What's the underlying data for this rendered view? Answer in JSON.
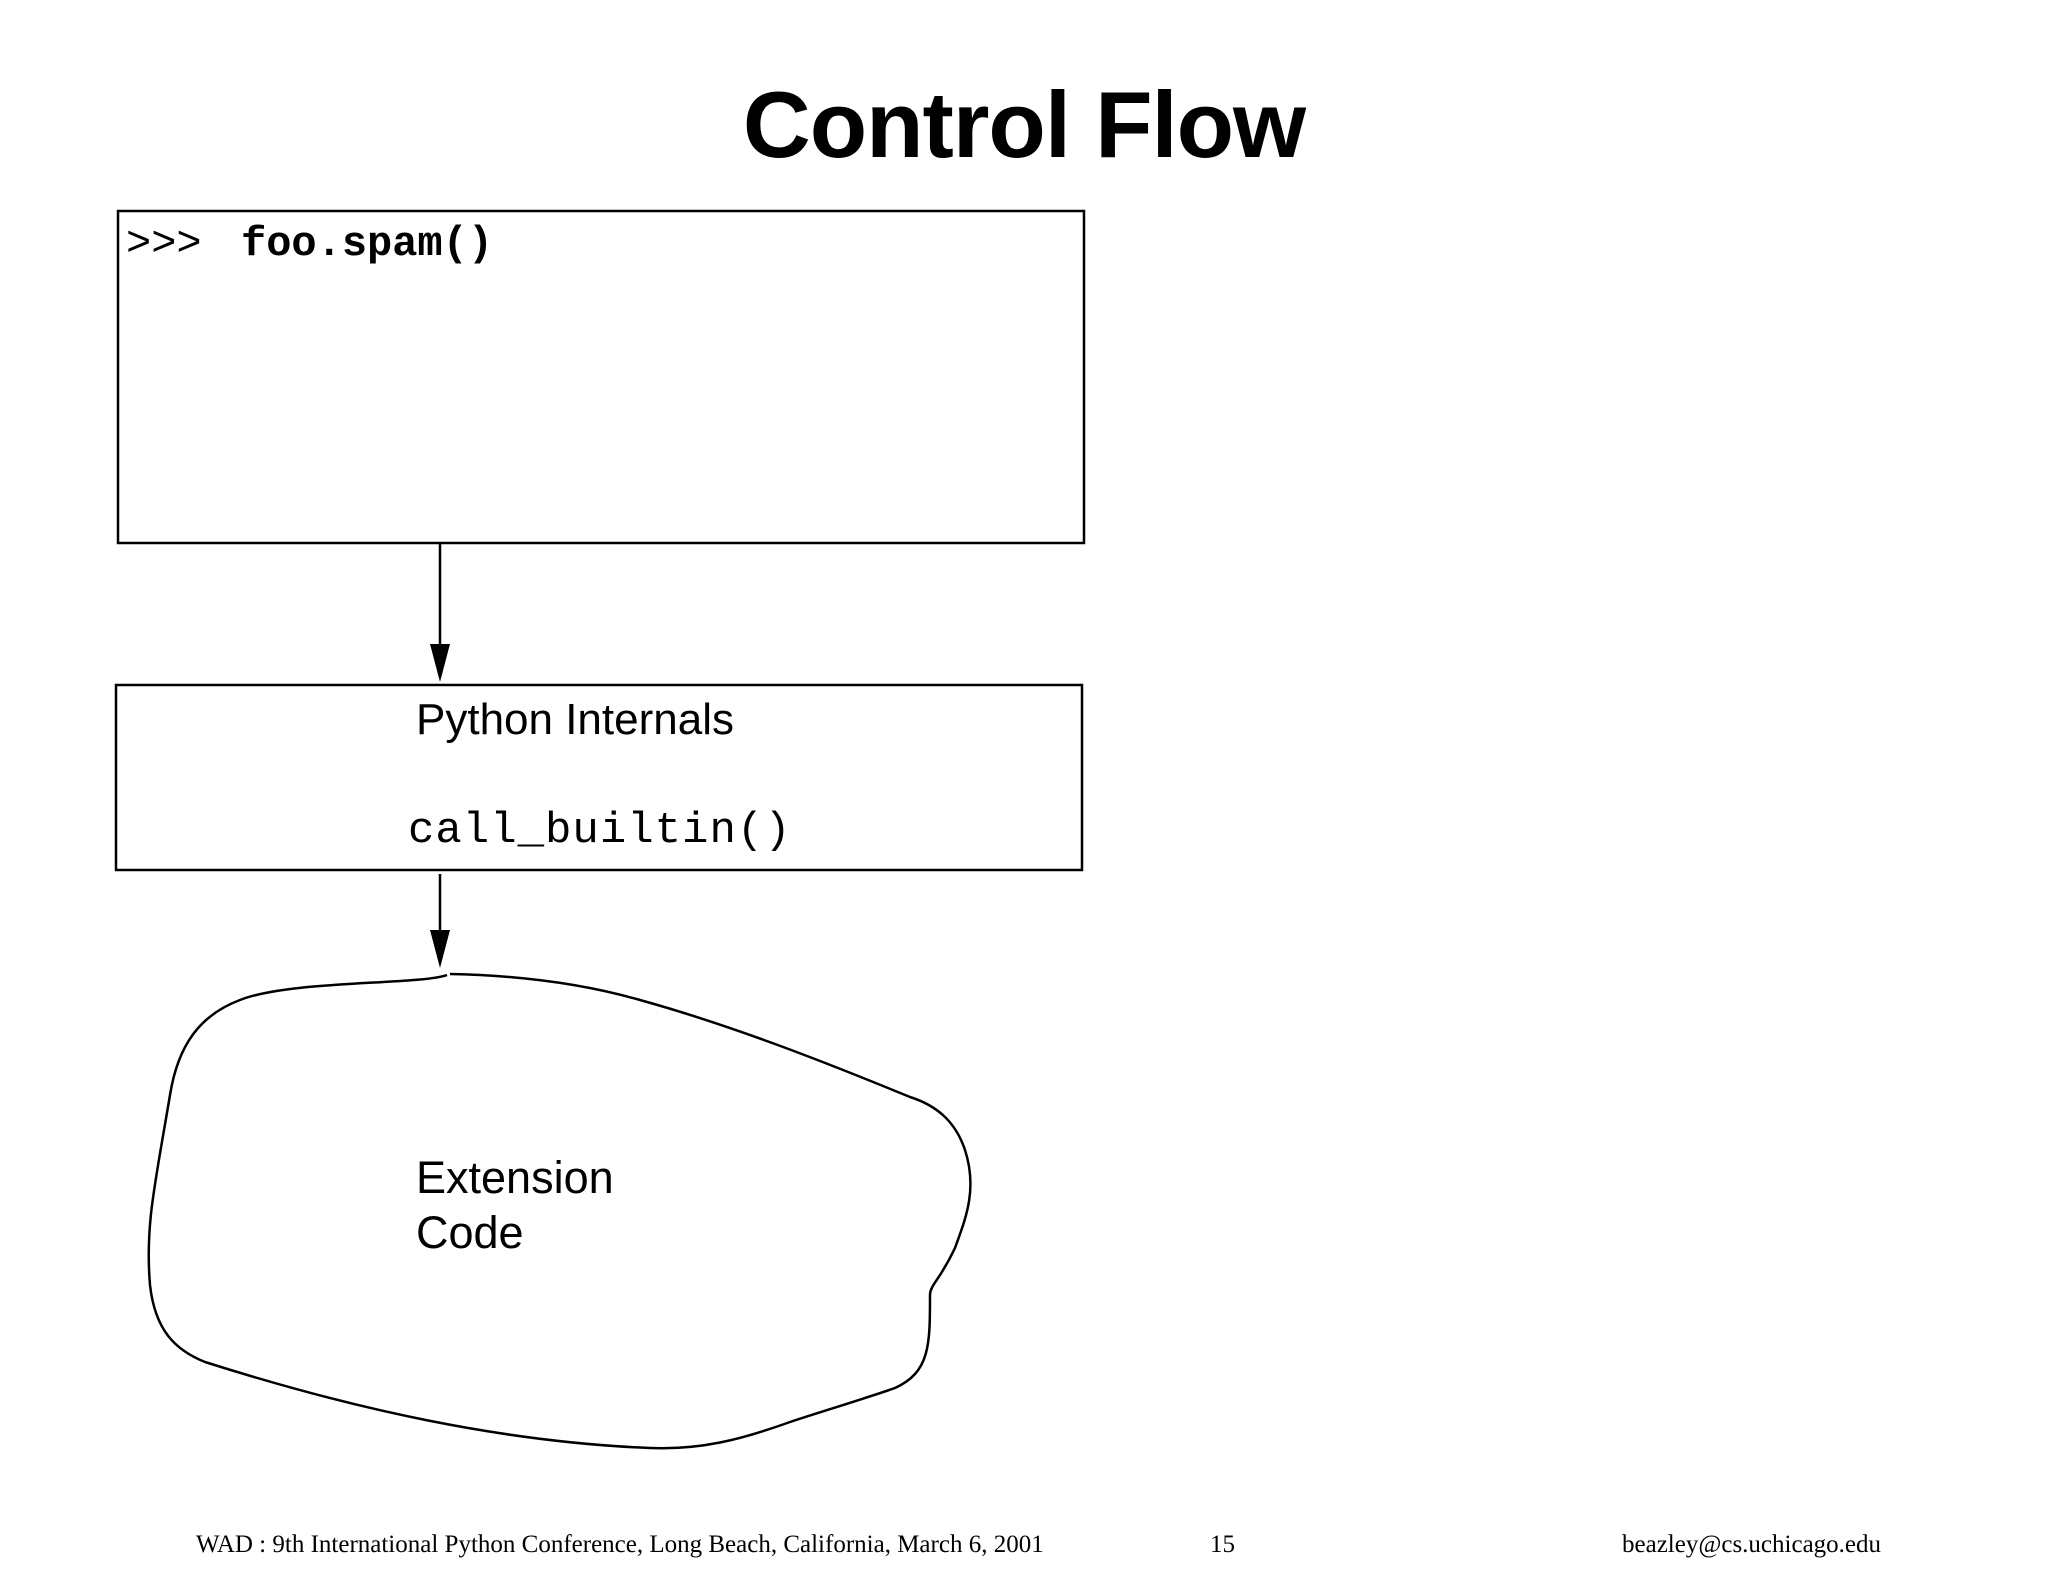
{
  "slide": {
    "title": "Control Flow"
  },
  "diagram": {
    "console": {
      "prompt": ">>>",
      "command": "foo.spam()"
    },
    "internals": {
      "heading": "Python Internals",
      "function": "call_builtin()"
    },
    "extension": {
      "line1": "Extension",
      "line2": "Code"
    }
  },
  "footer": {
    "left": "WAD : 9th International Python Conference, Long Beach, California, March 6, 2001",
    "page_number": "15",
    "email": "beazley@cs.uchicago.edu"
  }
}
